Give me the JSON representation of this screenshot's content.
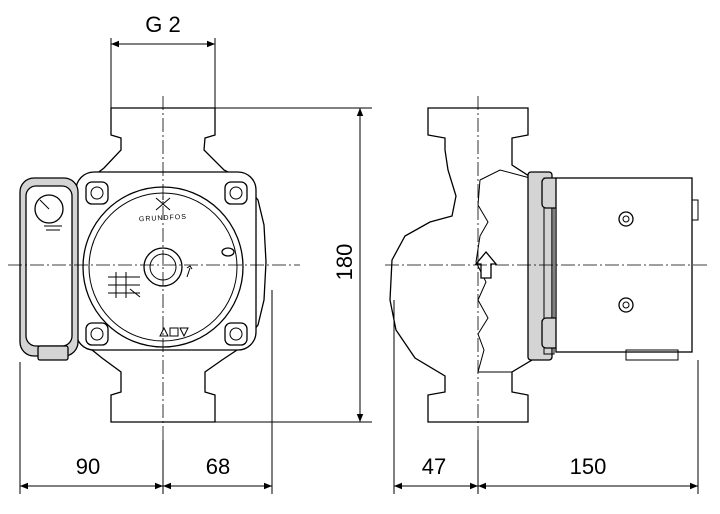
{
  "dimensions": {
    "thread": "G 2",
    "height": "180",
    "left_width": "90",
    "right_width": "68",
    "side_front": "47",
    "side_depth": "150"
  },
  "brand": "GRUNDFOS",
  "colors": {
    "line": "#000000",
    "shade": "#d4d4d4",
    "background": "#ffffff"
  }
}
